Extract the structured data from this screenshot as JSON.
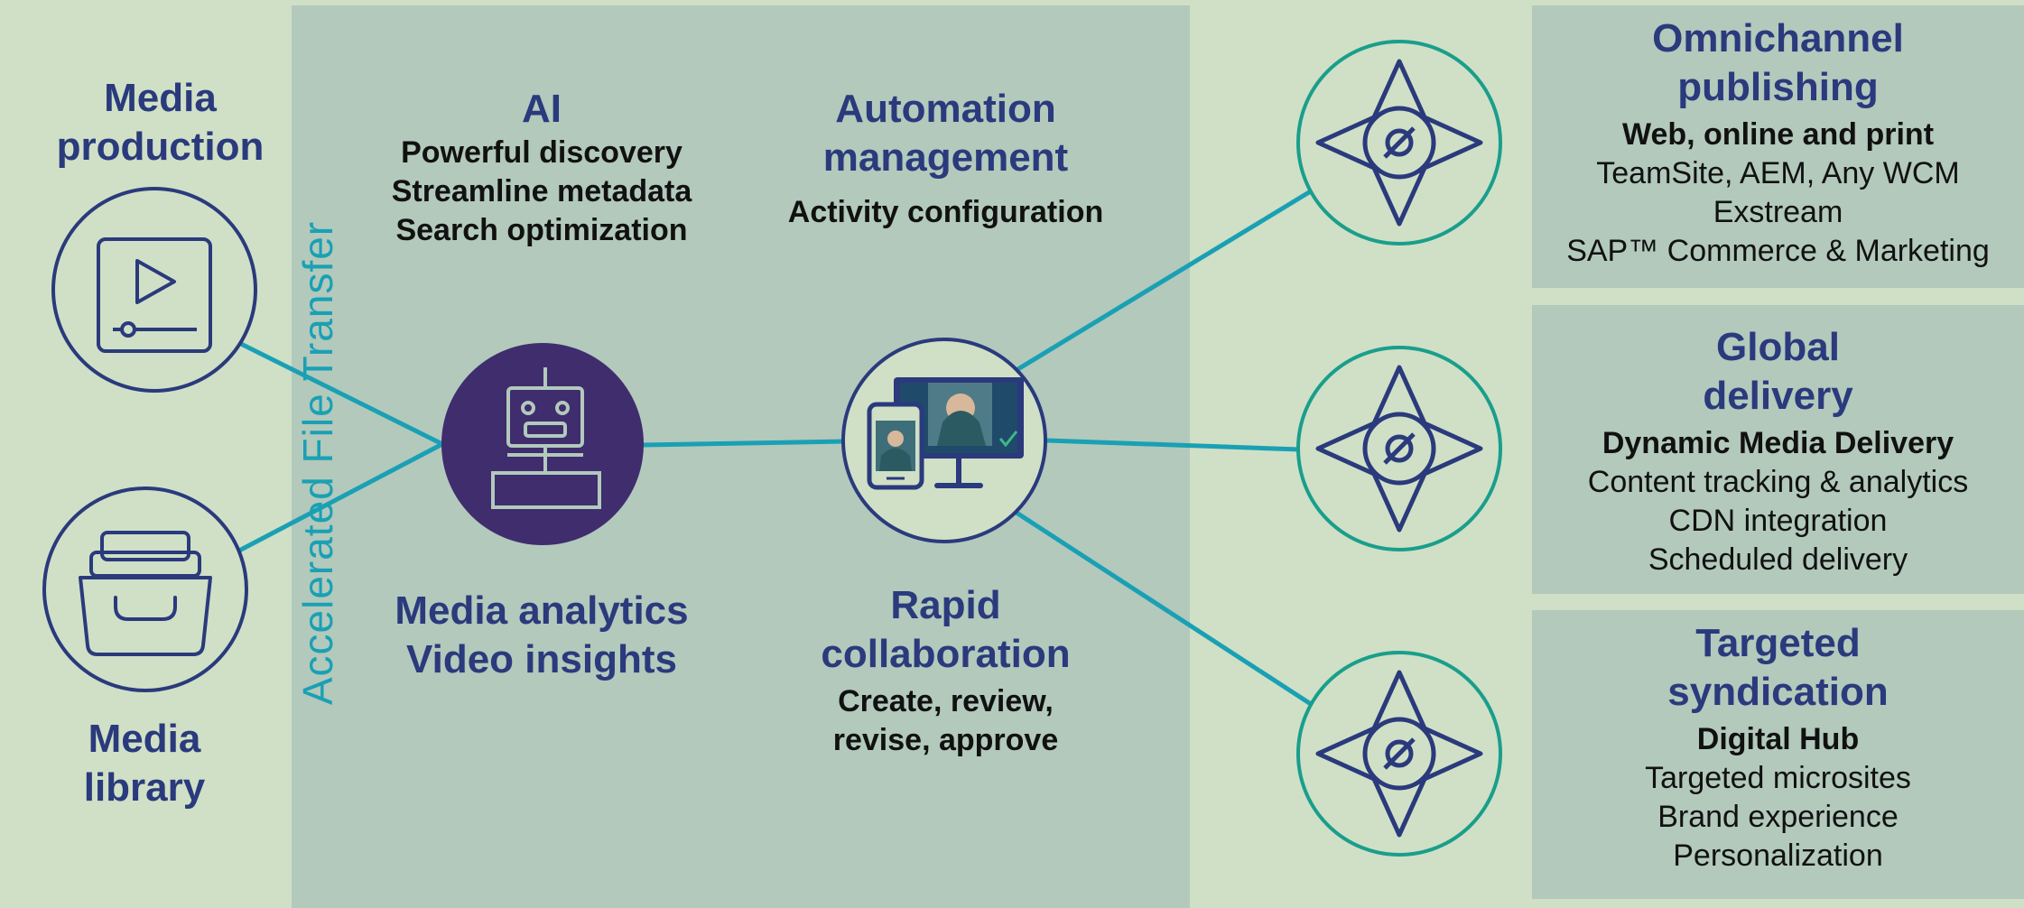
{
  "left": {
    "media_production": [
      "Media",
      "production"
    ],
    "media_library": [
      "Media",
      "library"
    ]
  },
  "center": {
    "vertical_label": "Accelerated File Transfer",
    "ai": {
      "title": "AI",
      "lines": [
        "Powerful discovery",
        "Streamline metadata",
        "Search optimization"
      ]
    },
    "automation": {
      "title": [
        "Automation",
        "management"
      ],
      "line": "Activity configuration"
    },
    "analytics": [
      "Media analytics",
      "Video insights"
    ],
    "collaboration": {
      "title": [
        "Rapid",
        "collaboration"
      ],
      "lines": [
        "Create, review,",
        "revise, approve"
      ]
    }
  },
  "cards": [
    {
      "title": [
        "Omnichannel",
        "publishing"
      ],
      "bold": "Web, online and print",
      "lines": [
        "TeamSite, AEM, Any WCM",
        "Exstream",
        "SAP™ Commerce & Marketing"
      ]
    },
    {
      "title": [
        "Global",
        "delivery"
      ],
      "bold": "Dynamic Media Delivery",
      "lines": [
        "Content tracking & analytics",
        "CDN integration",
        "Scheduled delivery"
      ]
    },
    {
      "title": [
        "Targeted",
        "syndication"
      ],
      "bold": "Digital Hub",
      "lines": [
        "Targeted microsites",
        "Brand experience",
        "Personalization"
      ]
    }
  ],
  "colors": {
    "background": "#cfe0c6",
    "panel": "#b2c9bc",
    "heading_blue": "#2a3a7c",
    "connector_teal": "#1aa0b4",
    "compass_ring": "#1a9e8c",
    "robot_fill": "#3f2d6e"
  },
  "icons": [
    "video-player-icon",
    "archive-box-icon",
    "robot-icon",
    "devices-icon",
    "compass-icon"
  ]
}
